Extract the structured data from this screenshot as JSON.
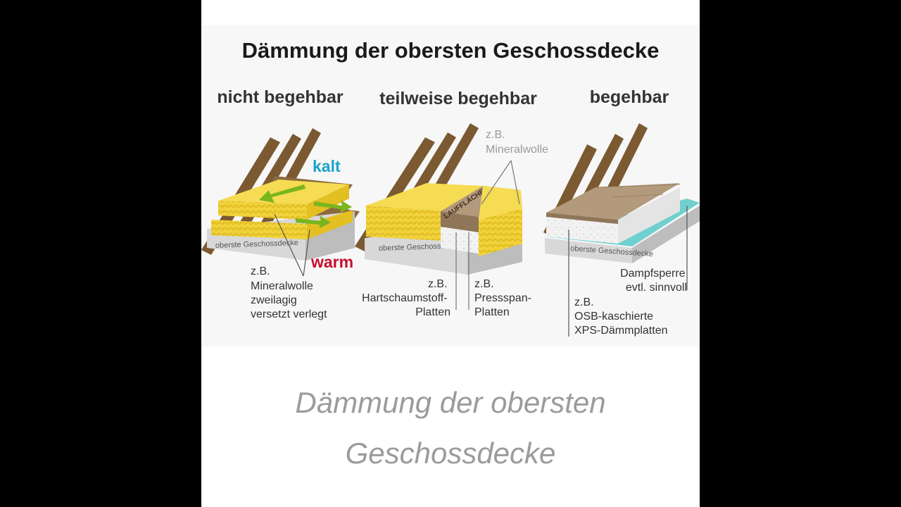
{
  "figure": {
    "title": "Dämmung der obersten Geschossdecke",
    "panels": [
      {
        "heading": "nicht begehbar",
        "slab_label": "oberste Geschossdecke",
        "cold_label": "kalt",
        "warm_label": "warm",
        "note_lines": [
          "z.B.",
          "Mineralwolle",
          " zweilagig",
          "versetzt verlegt"
        ]
      },
      {
        "heading": "teilweise begehbar",
        "slab_label": "oberste Geschossdecke",
        "top_note_lines": [
          "z.B.",
          "Mineralwolle"
        ],
        "walkway_label": "LAUFFLÄCHEN",
        "left_note_lines": [
          "z.B.",
          "Hartschaumstoff-",
          "Platten"
        ],
        "right_note_lines": [
          "z.B.",
          "Pressspan-",
          "Platten"
        ]
      },
      {
        "heading": "begehbar",
        "slab_label": "oberste Geschossdecke",
        "barrier_note_lines": [
          "Dampfsperre",
          "evtl. sinnvoll"
        ],
        "board_note_lines": [
          "z.B.",
          "OSB-kaschierte",
          "XPS-Dämmplatten"
        ]
      }
    ]
  },
  "caption": {
    "line1": "Dämmung der obersten",
    "line2": "Geschossdecke"
  },
  "colors": {
    "insulation": "#f2d23a",
    "insulation_dark": "#d9b61e",
    "timber": "#7b5a32",
    "cold": "#1aa3c9",
    "warm": "#c8102e",
    "arrow": "#7ab51d",
    "slab": "#d8d8d8",
    "board": "#b39a7c",
    "vapor_barrier": "#6fd0cf",
    "caption": "#9b9b9b"
  }
}
